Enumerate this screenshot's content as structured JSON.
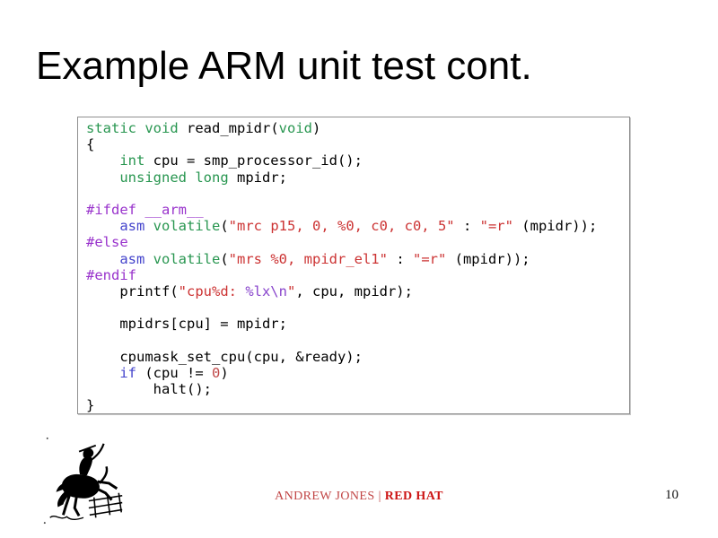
{
  "title": "Example ARM unit test cont.",
  "footer": {
    "author": "ANDREW JONES",
    "separator": "|",
    "brand": "RED HAT",
    "page_number": "10"
  },
  "logo": {
    "name": "bucking-horse-rider-logo"
  },
  "syntax_colors": {
    "pl": "#000000",
    "kw": "#289650",
    "bl": "#4444cc",
    "pp": "#9933cc",
    "st": "#cc3333",
    "sp": "#8844cc",
    "nu": "#c04848"
  },
  "code_block": {
    "lines": [
      [
        {
          "c": "kw",
          "t": "static"
        },
        {
          "c": "pl",
          "t": " "
        },
        {
          "c": "kw",
          "t": "void"
        },
        {
          "c": "pl",
          "t": " read_mpidr("
        },
        {
          "c": "kw",
          "t": "void"
        },
        {
          "c": "pl",
          "t": ")"
        }
      ],
      [
        {
          "c": "pl",
          "t": "{"
        }
      ],
      [
        {
          "c": "pl",
          "t": "    "
        },
        {
          "c": "kw",
          "t": "int"
        },
        {
          "c": "pl",
          "t": " cpu = smp_processor_id();"
        }
      ],
      [
        {
          "c": "pl",
          "t": "    "
        },
        {
          "c": "kw",
          "t": "unsigned"
        },
        {
          "c": "pl",
          "t": " "
        },
        {
          "c": "kw",
          "t": "long"
        },
        {
          "c": "pl",
          "t": " mpidr;"
        }
      ],
      [],
      [
        {
          "c": "pp",
          "t": "#ifdef __arm__"
        }
      ],
      [
        {
          "c": "pl",
          "t": "    "
        },
        {
          "c": "bl",
          "t": "asm"
        },
        {
          "c": "pl",
          "t": " "
        },
        {
          "c": "kw",
          "t": "volatile"
        },
        {
          "c": "pl",
          "t": "("
        },
        {
          "c": "st",
          "t": "\"mrc p15, 0, %0, c0, c0, 5\""
        },
        {
          "c": "pl",
          "t": " : "
        },
        {
          "c": "st",
          "t": "\"=r\""
        },
        {
          "c": "pl",
          "t": " (mpidr));"
        }
      ],
      [
        {
          "c": "pp",
          "t": "#else"
        }
      ],
      [
        {
          "c": "pl",
          "t": "    "
        },
        {
          "c": "bl",
          "t": "asm"
        },
        {
          "c": "pl",
          "t": " "
        },
        {
          "c": "kw",
          "t": "volatile"
        },
        {
          "c": "pl",
          "t": "("
        },
        {
          "c": "st",
          "t": "\"mrs %0, mpidr_el1\""
        },
        {
          "c": "pl",
          "t": " : "
        },
        {
          "c": "st",
          "t": "\"=r\""
        },
        {
          "c": "pl",
          "t": " (mpidr));"
        }
      ],
      [
        {
          "c": "pp",
          "t": "#endif"
        }
      ],
      [
        {
          "c": "pl",
          "t": "    printf("
        },
        {
          "c": "st",
          "t": "\"cpu%d: "
        },
        {
          "c": "sp",
          "t": "%lx\\n"
        },
        {
          "c": "st",
          "t": "\""
        },
        {
          "c": "pl",
          "t": ", cpu, mpidr);"
        }
      ],
      [],
      [
        {
          "c": "pl",
          "t": "    mpidrs[cpu] = mpidr;"
        }
      ],
      [],
      [
        {
          "c": "pl",
          "t": "    cpumask_set_cpu(cpu, &ready);"
        }
      ],
      [
        {
          "c": "pl",
          "t": "    "
        },
        {
          "c": "bl",
          "t": "if"
        },
        {
          "c": "pl",
          "t": " (cpu != "
        },
        {
          "c": "nu",
          "t": "0"
        },
        {
          "c": "pl",
          "t": ")"
        }
      ],
      [
        {
          "c": "pl",
          "t": "        halt();"
        }
      ],
      [
        {
          "c": "pl",
          "t": "}"
        }
      ]
    ]
  }
}
